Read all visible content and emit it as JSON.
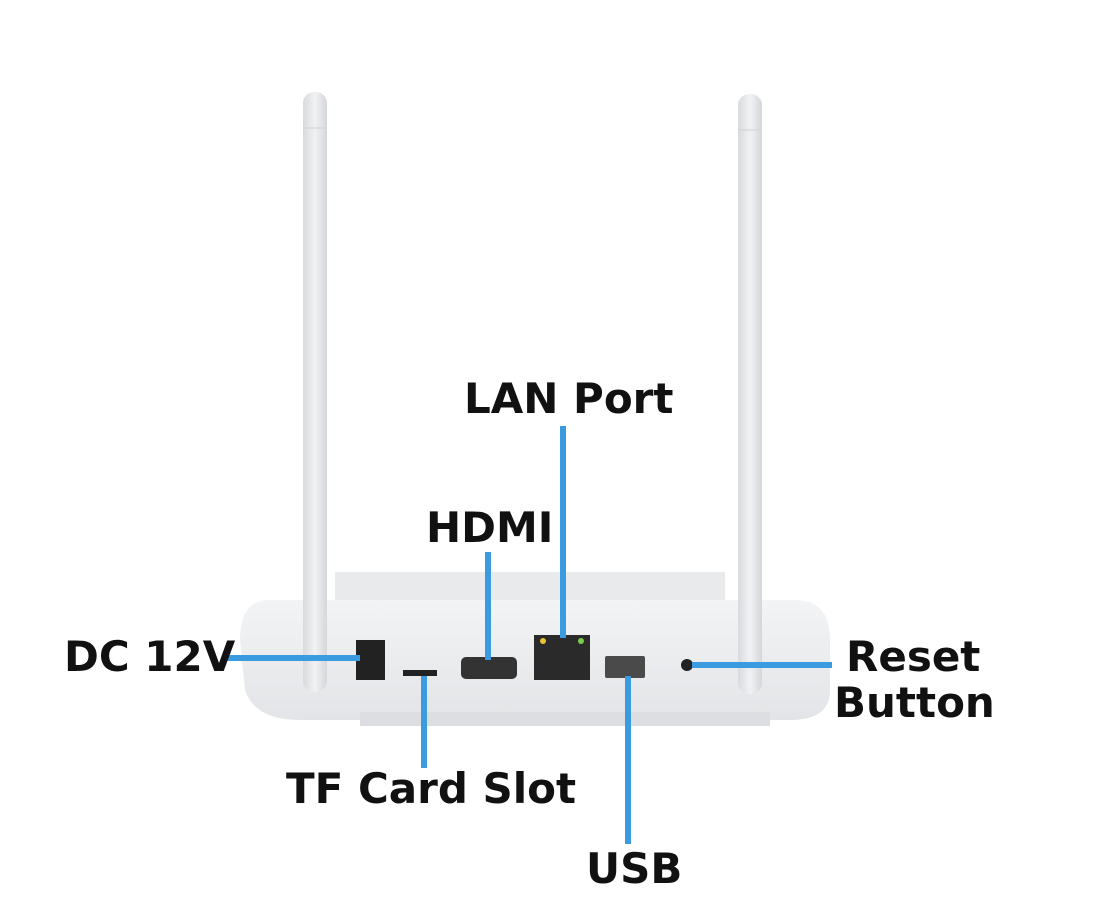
{
  "labels": {
    "lan_port": "LAN Port",
    "hdmi": "HDMI",
    "dc": "DC 12V",
    "reset_line1": "Reset",
    "reset_line2": "Button",
    "tf_card": "TF Card Slot",
    "usb": "USB"
  },
  "colors": {
    "leader_line": "#3a9be0",
    "device_body": "#eceef0",
    "label_text": "#111111"
  }
}
